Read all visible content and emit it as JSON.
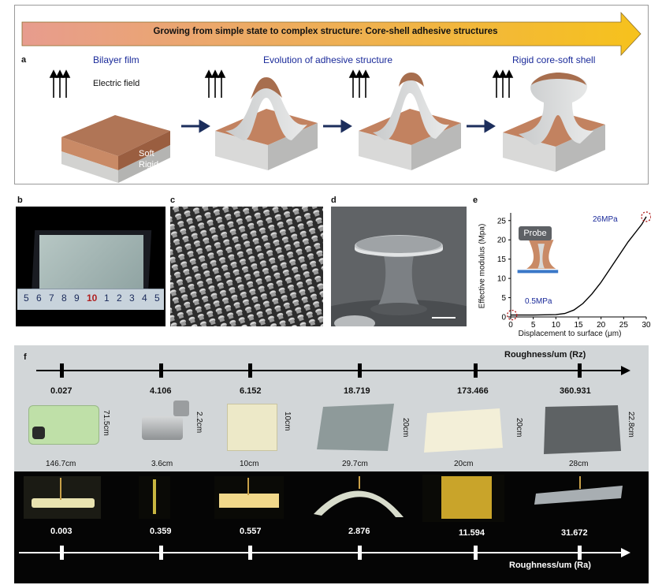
{
  "panel_a": {
    "label": "a",
    "banner": "Growing from simple state to complex structure: Core-shell adhesive structures",
    "titles": [
      "Bilayer film",
      "Evolution of adhesive structure",
      "Rigid core-soft shell"
    ],
    "electric_field": "Electric field",
    "soft": "Soft",
    "rigid": "Rigid"
  },
  "panel_b": {
    "label": "b",
    "ruler_digits": [
      "5",
      "6",
      "7",
      "8",
      "9",
      "10",
      "1",
      "2",
      "3",
      "4",
      "5"
    ]
  },
  "panel_c": {
    "label": "c"
  },
  "panel_d": {
    "label": "d"
  },
  "panel_e": {
    "label": "e",
    "probe": "Probe",
    "annot_high": "26MPa",
    "annot_low": "0.5MPa"
  },
  "chart_data": {
    "type": "line",
    "title": "",
    "xlabel": "Displacement to surface (μm)",
    "ylabel": "Effective modulus (Mpa)",
    "xlim": [
      0,
      30
    ],
    "ylim": [
      0,
      27
    ],
    "xticks": [
      0,
      5,
      10,
      15,
      20,
      25,
      30
    ],
    "yticks": [
      0,
      5,
      10,
      15,
      20,
      25
    ],
    "series": [
      {
        "x": [
          0,
          5,
          10,
          12,
          14,
          16,
          18,
          20,
          22,
          24,
          26,
          28,
          29,
          30
        ],
        "y": [
          0.5,
          0.5,
          0.6,
          0.9,
          1.8,
          3.5,
          6,
          9,
          12.5,
          16,
          19.5,
          22.5,
          24,
          26
        ]
      }
    ],
    "colors": {
      "line": "#000000",
      "annot": "#1a2a9a",
      "circle": "#b02020"
    }
  },
  "panel_f": {
    "label": "f",
    "rz_title": "Roughness/um (Rz)",
    "ra_title": "Roughness/um (Ra)",
    "rz_values": [
      "0.027",
      "4.106",
      "6.152",
      "18.719",
      "173.466",
      "360.931"
    ],
    "ra_values": [
      "0.003",
      "0.359",
      "0.557",
      "2.876",
      "11.594",
      "31.672"
    ],
    "dims": {
      "phone_h": "71.5cm",
      "phone_w": "146.7cm",
      "bolt_h": "2.2cm",
      "bolt_w": "3.6cm",
      "s3_h": "10cm",
      "s3_w": "10cm",
      "s4_h": "20cm",
      "s4_w": "29.7cm",
      "s5_h": "20cm",
      "s5_w": "20cm",
      "s6_h": "22.8cm",
      "s6_w": "28cm"
    }
  }
}
